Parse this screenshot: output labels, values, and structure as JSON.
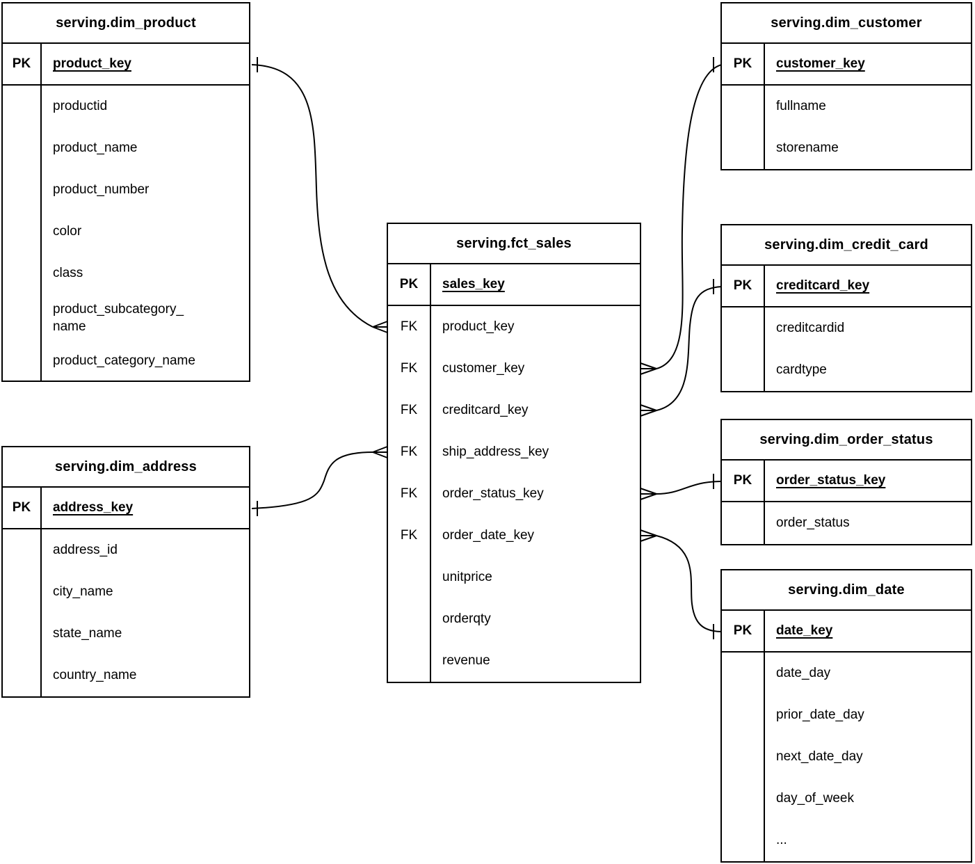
{
  "diagram_type": "entity-relationship",
  "colors": {
    "line": "#000000",
    "background": "#ffffff",
    "text": "#000000"
  },
  "tables": {
    "dim_product": {
      "title": "serving.dim_product",
      "pk": {
        "label": "PK",
        "field": "product_key"
      },
      "fields": [
        {
          "key": "",
          "name": "productid"
        },
        {
          "key": "",
          "name": "product_name"
        },
        {
          "key": "",
          "name": "product_number"
        },
        {
          "key": "",
          "name": "color"
        },
        {
          "key": "",
          "name": "class"
        },
        {
          "key": "",
          "name": "product_subcategory_\nname"
        },
        {
          "key": "",
          "name": "product_category_name"
        }
      ]
    },
    "dim_address": {
      "title": "serving.dim_address",
      "pk": {
        "label": "PK",
        "field": "address_key"
      },
      "fields": [
        {
          "key": "",
          "name": "address_id"
        },
        {
          "key": "",
          "name": "city_name"
        },
        {
          "key": "",
          "name": "state_name"
        },
        {
          "key": "",
          "name": "country_name"
        }
      ]
    },
    "fct_sales": {
      "title": "serving.fct_sales",
      "pk": {
        "label": "PK",
        "field": "sales_key"
      },
      "fields": [
        {
          "key": "FK",
          "name": "product_key"
        },
        {
          "key": "FK",
          "name": "customer_key"
        },
        {
          "key": "FK",
          "name": "creditcard_key"
        },
        {
          "key": "FK",
          "name": "ship_address_key"
        },
        {
          "key": "FK",
          "name": "order_status_key"
        },
        {
          "key": "FK",
          "name": "order_date_key"
        },
        {
          "key": "",
          "name": "unitprice"
        },
        {
          "key": "",
          "name": "orderqty"
        },
        {
          "key": "",
          "name": "revenue"
        }
      ]
    },
    "dim_customer": {
      "title": "serving.dim_customer",
      "pk": {
        "label": "PK",
        "field": "customer_key"
      },
      "fields": [
        {
          "key": "",
          "name": "fullname"
        },
        {
          "key": "",
          "name": "storename"
        }
      ]
    },
    "dim_credit_card": {
      "title": "serving.dim_credit_card",
      "pk": {
        "label": "PK",
        "field": "creditcard_key"
      },
      "fields": [
        {
          "key": "",
          "name": "creditcardid"
        },
        {
          "key": "",
          "name": "cardtype"
        }
      ]
    },
    "dim_order_status": {
      "title": "serving.dim_order_status",
      "pk": {
        "label": "PK",
        "field": "order_status_key"
      },
      "fields": [
        {
          "key": "",
          "name": "order_status"
        }
      ]
    },
    "dim_date": {
      "title": "serving.dim_date",
      "pk": {
        "label": "PK",
        "field": "date_key"
      },
      "fields": [
        {
          "key": "",
          "name": "date_day"
        },
        {
          "key": "",
          "name": "prior_date_day"
        },
        {
          "key": "",
          "name": "next_date_day"
        },
        {
          "key": "",
          "name": "day_of_week"
        },
        {
          "key": "",
          "name": "..."
        }
      ]
    }
  },
  "relationships": [
    {
      "one": "serving.dim_product.product_key",
      "many": "serving.fct_sales.product_key"
    },
    {
      "one": "serving.dim_customer.customer_key",
      "many": "serving.fct_sales.customer_key"
    },
    {
      "one": "serving.dim_credit_card.creditcard_key",
      "many": "serving.fct_sales.creditcard_key"
    },
    {
      "one": "serving.dim_address.address_key",
      "many": "serving.fct_sales.ship_address_key"
    },
    {
      "one": "serving.dim_order_status.order_status_key",
      "many": "serving.fct_sales.order_status_key"
    },
    {
      "one": "serving.dim_date.date_key",
      "many": "serving.fct_sales.order_date_key"
    }
  ]
}
